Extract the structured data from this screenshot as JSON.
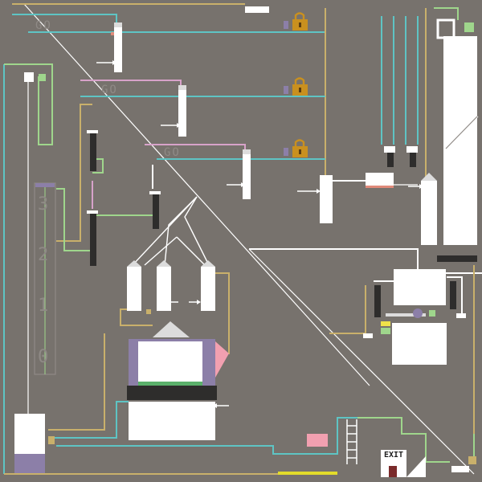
{
  "scene": {
    "background_color": "#77726d",
    "wire_colors": [
      "#5ec4c4",
      "#c9b06b",
      "#9fd68c",
      "#d7a2c9"
    ],
    "machine_color": "#ffffff",
    "dark_bar_color": "#2e2d2c",
    "lock_color": "#c9901f"
  },
  "go_labels": [
    "GO",
    "GO",
    "GO"
  ],
  "floor_numbers": [
    "3",
    "2",
    "1",
    "0"
  ],
  "exit_sign": "EXIT",
  "icons": [
    "lock-icon",
    "lock-icon",
    "lock-icon",
    "arrow-right-icon",
    "gear-icon"
  ]
}
